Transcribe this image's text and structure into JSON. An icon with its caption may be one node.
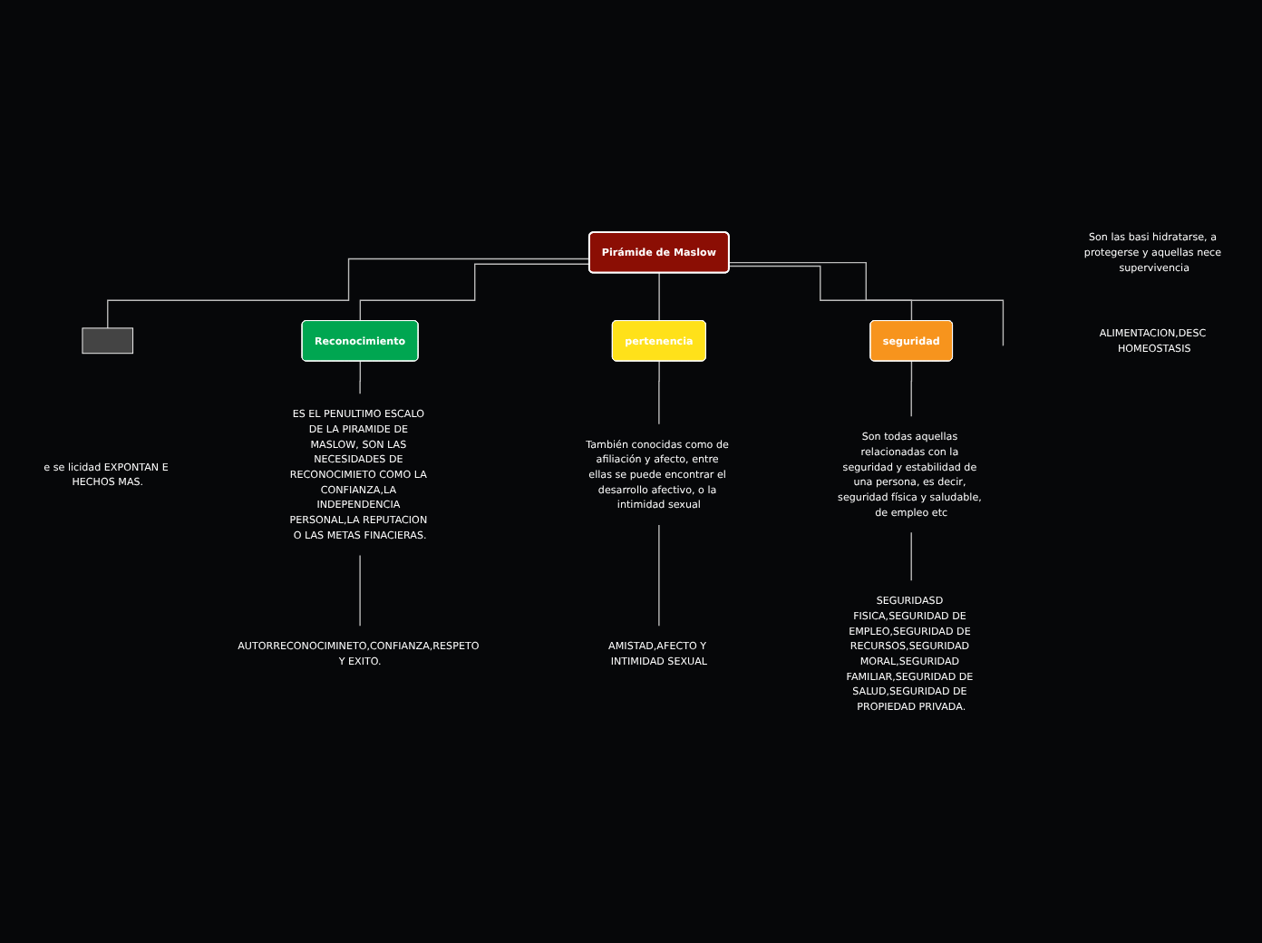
{
  "diagram": {
    "nodes": [
      {
        "text": [
          "Pirámide de Maslow"
        ]
      },
      {
        "text": [],
        "shape": "box"
      },
      {
        "text": [
          "Reconocimiento"
        ]
      },
      {
        "text": [
          "pertenencia"
        ]
      },
      {
        "text": [
          "seguridad"
        ]
      },
      {
        "text": [
          "e se licidad EXPONTAN E HECHOS MAS."
        ]
      },
      {
        "text": [
          "ES EL PENULTIMO ESCALO DE LA PIRAMIDE DE MASLOW, SON LAS NECESIDADES DE RECONOCIMIETO COMO LA CONFIANZA,LA INDEPENDENCIA PERSONAL,LA REPUTACION O LAS METAS FINACIERAS."
        ]
      },
      {
        "text": [
          "También conocidas como de afiliación y afecto, entre ellas se puede encontrar el desarrollo afectivo, o la intimidad sexual"
        ]
      },
      {
        "text": [
          "Son todas aquellas relacionadas con la seguridad y estabilidad de una persona, es decir, seguridad física y saludable, de empleo etc"
        ]
      },
      {
        "text": [
          "Son las basi hidratarse, a protegerse y aquellas nece supervivencia"
        ]
      },
      {
        "text": [
          "AUTORRECONOCIMINETO,CONFIANZA,RESPETO Y EXITO."
        ]
      },
      {
        "text": [
          "AMISTAD,AFECTO Y INTIMIDAD SEXUAL"
        ]
      },
      {
        "text": [
          "SEGURIDASD FISICA,SEGURIDAD DE EMPLEO,SEGURIDAD DE RECURSOS,SEGURIDAD MORAL,SEGURIDAD FAMILIAR,SEGURIDAD DE SALUD,SEGURIDAD DE PROPIEDAD PRIVADA."
        ]
      },
      {
        "text": [
          "ALIMENTACION,DESC HOMEOSTASIS"
        ]
      }
    ],
    "edges": [
      {
        "from": 0,
        "to": 1,
        "arrow": "none"
      },
      {
        "from": 0,
        "to": 2,
        "arrow": "none"
      },
      {
        "from": 0,
        "to": 3,
        "arrow": "none"
      },
      {
        "from": 0,
        "to": 4,
        "arrow": "none"
      },
      {
        "from": 0,
        "to": null,
        "arrow": "none"
      },
      {
        "from": 2,
        "to": 6,
        "arrow": "none"
      },
      {
        "from": 3,
        "to": 7,
        "arrow": "none"
      },
      {
        "from": 4,
        "to": 8,
        "arrow": "none"
      },
      {
        "from": 6,
        "to": 10,
        "arrow": "none"
      },
      {
        "from": 7,
        "to": 11,
        "arrow": "none"
      },
      {
        "from": 8,
        "to": 12,
        "arrow": "none"
      }
    ]
  }
}
